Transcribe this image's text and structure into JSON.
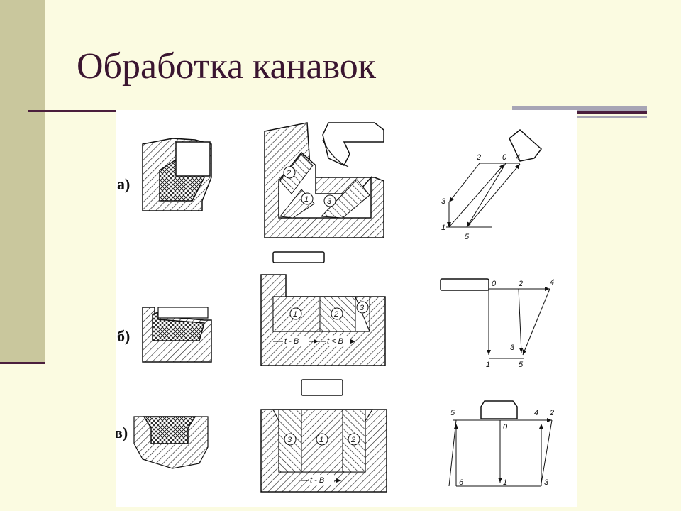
{
  "slide": {
    "title": "Обработка канавок"
  },
  "figure": {
    "row_labels": [
      "а)",
      "б)",
      "в)"
    ],
    "pass_numbers": {
      "a": [
        "1",
        "2",
        "3"
      ],
      "b": [
        "1",
        "2",
        "3"
      ],
      "v": [
        "3",
        "1",
        "2"
      ]
    },
    "dimension_labels": {
      "b_left": "t - B",
      "b_right": "t < B",
      "v_bottom": "t - B"
    },
    "toolpath_points": {
      "a": [
        "2",
        "0",
        "4",
        "3",
        "1",
        "5"
      ],
      "b": [
        "0",
        "2",
        "4",
        "3",
        "1",
        "5"
      ],
      "v": [
        "5",
        "4",
        "2",
        "0",
        "6",
        "1",
        "3"
      ]
    }
  }
}
